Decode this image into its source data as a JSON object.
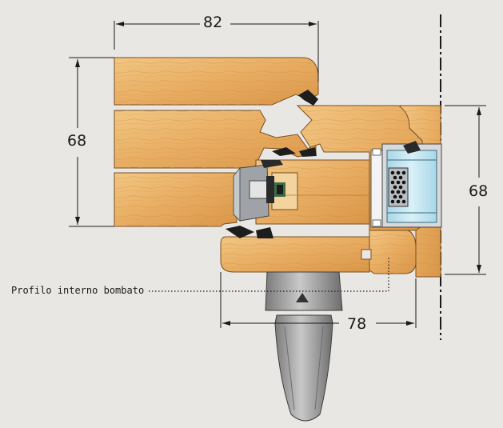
{
  "dimensions": {
    "top_width": "82",
    "left_height": "68",
    "right_height": "68",
    "bottom_width": "78"
  },
  "callout": {
    "label": "Profilo interno bombato"
  },
  "colors": {
    "background": "#e9e7e3",
    "wood_light": "#f0c07a",
    "wood_mid": "#e3a55b",
    "wood_dark": "#c7833f",
    "gasket": "#1d1d1d",
    "glass": "#bfe3ef",
    "spacer": "#9aa0a6",
    "hardware": "#8c8c8c",
    "line": "#1a1a1a"
  }
}
